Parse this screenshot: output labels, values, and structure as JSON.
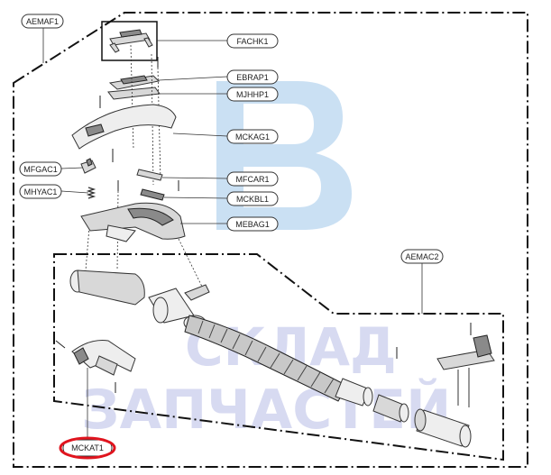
{
  "labels": {
    "aemaf1": "AEMAF1",
    "fachk1": "FACHK1",
    "ebrap1": "EBRAP1",
    "mjhhp1": "MJHHP1",
    "mckag1": "MCKAG1",
    "mfgac1": "MFGAC1",
    "mhyac1": "MHYAC1",
    "mfcar1": "MFCAR1",
    "mckbl1": "MCKBL1",
    "mebag1": "MEBAG1",
    "aemac2": "AEMAC2",
    "mckat1": "MCKAT1"
  },
  "watermark": {
    "line1": "СКЛАД",
    "line2": "ЗАПЧАСТЕЙ"
  },
  "highlight": {
    "label": "mckat1",
    "color": "#e0141e"
  },
  "colors": {
    "watermark": "#b8bde6",
    "logo": "#9fc6ea"
  }
}
